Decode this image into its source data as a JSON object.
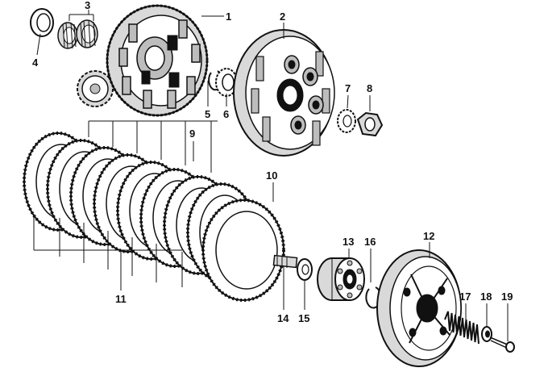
{
  "callouts": [
    {
      "id": "1",
      "label": "1"
    },
    {
      "id": "2",
      "label": "2"
    },
    {
      "id": "3",
      "label": "3"
    },
    {
      "id": "4",
      "label": "4"
    },
    {
      "id": "5",
      "label": "5"
    },
    {
      "id": "6",
      "label": "6"
    },
    {
      "id": "7",
      "label": "7"
    },
    {
      "id": "8",
      "label": "8"
    },
    {
      "id": "9",
      "label": "9"
    },
    {
      "id": "10",
      "label": "10"
    },
    {
      "id": "11",
      "label": "11"
    },
    {
      "id": "12",
      "label": "12"
    },
    {
      "id": "13",
      "label": "13"
    },
    {
      "id": "14",
      "label": "14"
    },
    {
      "id": "15",
      "label": "15"
    },
    {
      "id": "16",
      "label": "16"
    },
    {
      "id": "17",
      "label": "17"
    },
    {
      "id": "18",
      "label": "18"
    },
    {
      "id": "19",
      "label": "19"
    }
  ],
  "parts": {
    "clutch_basket": "clutch-basket",
    "inner_hub": "inner-hub",
    "needle_bearings": "needle-bearings",
    "thrust_washer": "thrust-washer",
    "circlip_small": "circlip-small",
    "spline_washer": "spline-washer",
    "lock_washer": "lock-washer",
    "hex_nut": "hex-nut",
    "clutch_plates": "clutch-plates",
    "pressure_plate": "pressure-plate",
    "spring": "spring",
    "bolt": "bolt"
  }
}
